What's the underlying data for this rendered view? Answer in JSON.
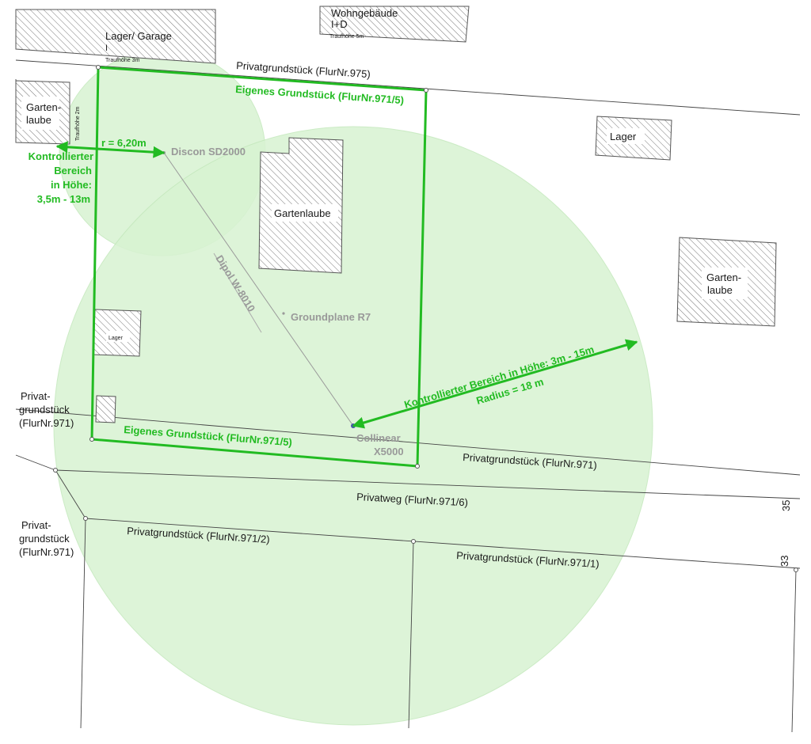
{
  "buildings": {
    "lager_garage": {
      "label": "Lager/ Garage",
      "storey": "I",
      "eave": "Traufhöhe 3m"
    },
    "wohngebaeude": {
      "label": "Wohngebäude",
      "storey": "I+D",
      "eave": "Traufhöhe 5m"
    },
    "gartenlaube_left": {
      "line1": "Garten-",
      "line2": "laube",
      "eave": "Traufhöhe 2m"
    },
    "gartenlaube_center": {
      "label": "Gartenlaube"
    },
    "lager_right": {
      "label": "Lager"
    },
    "gartenlaube_right": {
      "line1": "Garten-",
      "line2": "laube"
    },
    "lager_small": {
      "label": "Lager"
    }
  },
  "parcels": {
    "top": "Privatgrundstück (FlurNr.975)",
    "own_top": "Eigenes Grundstück (FlurNr.971/5)",
    "own_bottom": "Eigenes Grundstück (FlurNr.971/5)",
    "left_upper": {
      "line1": "Privat-",
      "line2": "grundstück",
      "line3": "(FlurNr.971)"
    },
    "left_lower": {
      "line1": "Privat-",
      "line2": "grundstück",
      "line3": "(FlurNr.971)"
    },
    "right_middle": "Privatgrundstück (FlurNr.971)",
    "road": "Privatweg (FlurNr.971/6)",
    "bottom_left": "Privatgrundstück (FlurNr.971/2)",
    "bottom_right": "Privatgrundstück (FlurNr.971/1)",
    "house_no_35": "35",
    "house_no_33": "33"
  },
  "antennas": {
    "discon": "Discon SD2000",
    "dipol": "Dipol W-8010",
    "groundplane": "Groundplane R7",
    "collinear_line1": "Collinear",
    "collinear_line2": "X5000"
  },
  "zones": {
    "small": {
      "radius": "r = 6,20m",
      "line1": "Kontrollierter",
      "line2": "Bereich",
      "line3": "in Höhe:",
      "line4": "3,5m - 13m"
    },
    "large": {
      "line1": "Kontrollierter Bereich in Höhe: 3m - 15m",
      "line2": "Radius = 18 m"
    }
  },
  "colors": {
    "zone_fill": "#d8f3d2",
    "own_boundary": "#22bb22",
    "green_text": "#22bb22",
    "antenna_text": "#999999",
    "line": "#444444"
  }
}
